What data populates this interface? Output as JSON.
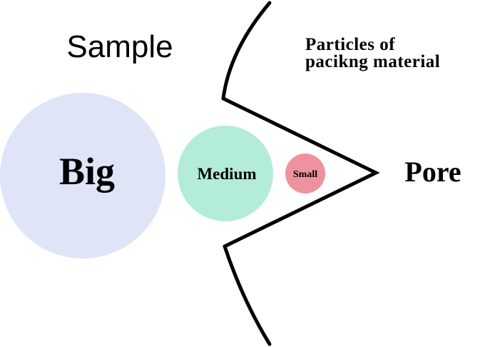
{
  "labels": {
    "sample": "Sample",
    "particles_line1": "Particles of",
    "particles_line2": "pacikng material",
    "big": "Big",
    "medium": "Medium",
    "small": "Small",
    "pore": "Pore"
  },
  "colors": {
    "big_circle": "#dfe4f7",
    "medium_circle": "#b3ecd9",
    "small_circle": "#ee939d",
    "pore_outline": "#000000",
    "text": "#000000"
  }
}
